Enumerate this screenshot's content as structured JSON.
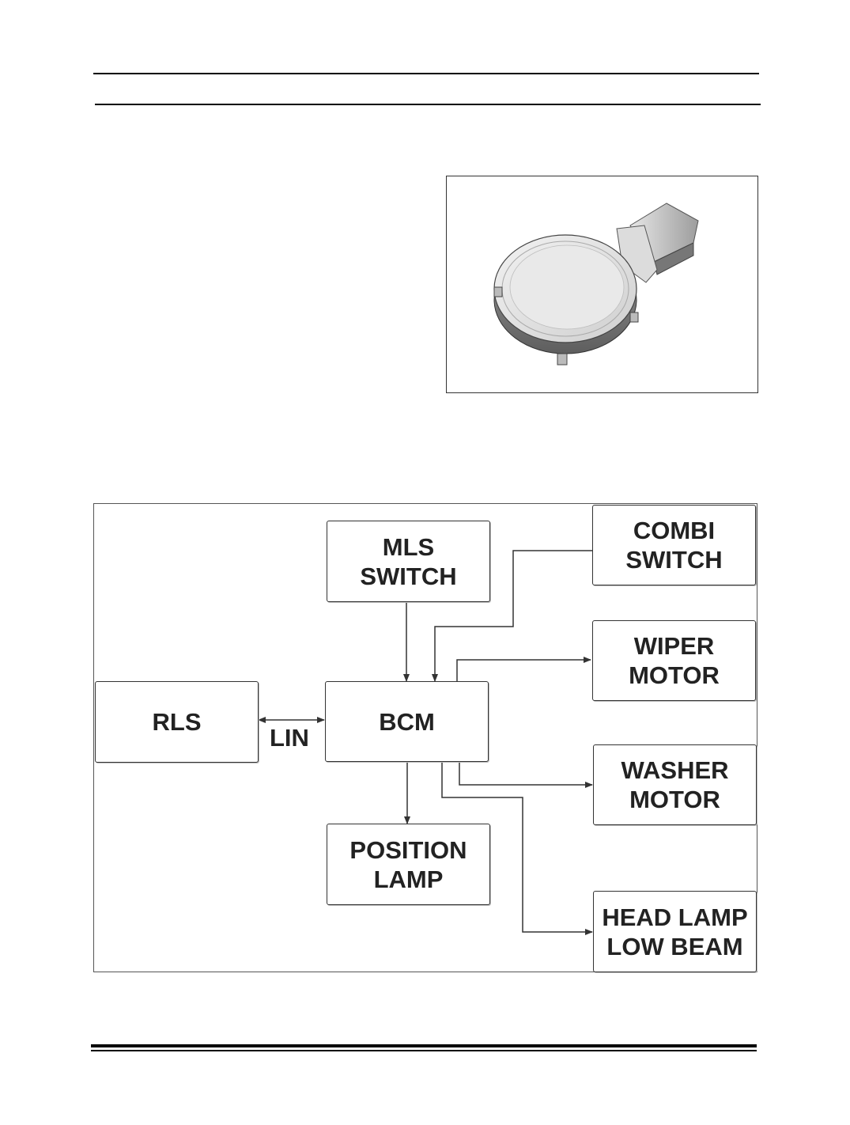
{
  "diagram": {
    "nodes": {
      "mls_switch": "MLS\nSWITCH",
      "combi_switch": "COMBI\nSWITCH",
      "wiper_motor": "WIPER\nMOTOR",
      "rls": "RLS",
      "bcm": "BCM",
      "washer_motor": "WASHER\nMOTOR",
      "position_lamp": "POSITION\nLAMP",
      "head_lamp_low_beam": "HEAD LAMP\nLOW BEAM"
    },
    "edge_label_lin": "LIN",
    "edges": [
      {
        "from": "mls_switch",
        "to": "bcm"
      },
      {
        "from": "combi_switch",
        "to": "bcm"
      },
      {
        "from": "bcm",
        "to": "wiper_motor"
      },
      {
        "from": "rls",
        "to": "bcm",
        "bidirectional": true,
        "label": "LIN"
      },
      {
        "from": "bcm",
        "to": "washer_motor"
      },
      {
        "from": "bcm",
        "to": "position_lamp"
      },
      {
        "from": "bcm",
        "to": "head_lamp_low_beam"
      }
    ]
  },
  "colors": {
    "line": "#333333",
    "box_border": "#333333",
    "text": "#222222"
  }
}
